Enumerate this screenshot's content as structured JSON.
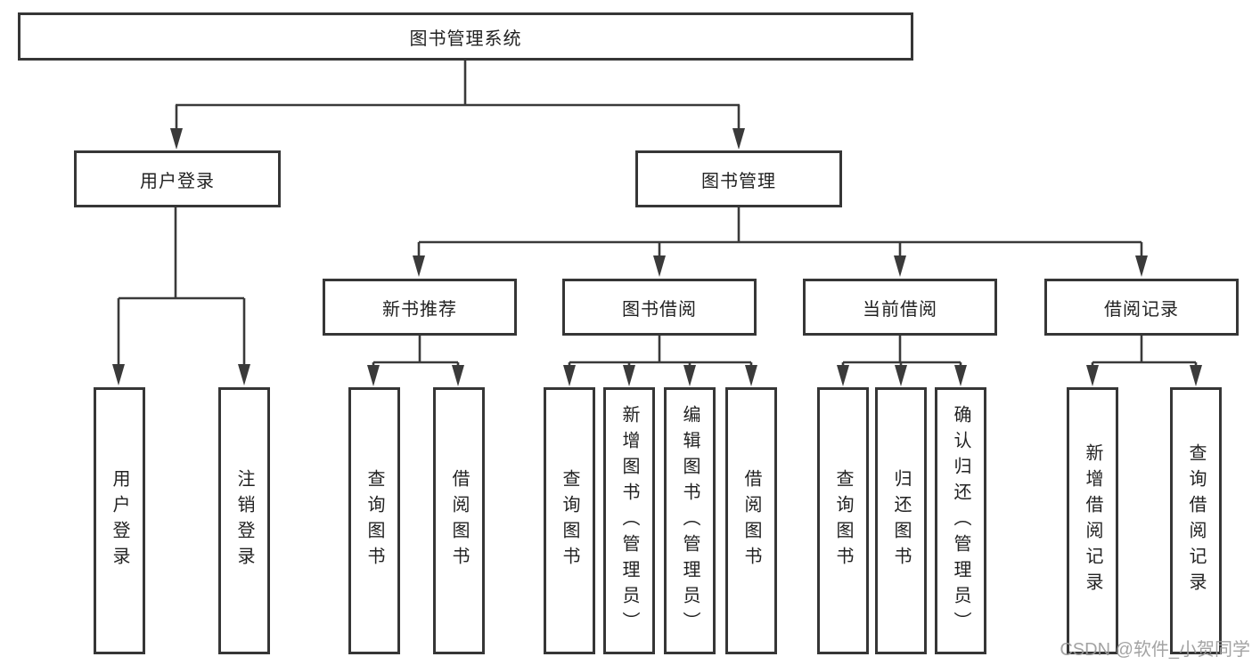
{
  "diagram": {
    "root": {
      "label": "图书管理系统"
    },
    "branches": [
      {
        "label": "用户登录",
        "children": [
          {
            "label": "用户登录"
          },
          {
            "label": "注销登录"
          }
        ]
      },
      {
        "label": "图书管理",
        "children": [
          {
            "label": "新书推荐",
            "children": [
              {
                "label": "查询图书"
              },
              {
                "label": "借阅图书"
              }
            ]
          },
          {
            "label": "图书借阅",
            "children": [
              {
                "label": "查询图书"
              },
              {
                "label": "新增图书（管理员）"
              },
              {
                "label": "编辑图书（管理员）"
              },
              {
                "label": "借阅图书"
              }
            ]
          },
          {
            "label": "当前借阅",
            "children": [
              {
                "label": "查询图书"
              },
              {
                "label": "归还图书"
              },
              {
                "label": "确认归还（管理员）"
              }
            ]
          },
          {
            "label": "借阅记录",
            "children": [
              {
                "label": "新增借阅记录"
              },
              {
                "label": "查询借阅记录"
              }
            ]
          }
        ]
      }
    ]
  },
  "watermark": {
    "text": "CSDN @软件_小贺同学",
    "color": "#9c9c9c"
  },
  "colors": {
    "line": "#3a3a3a",
    "border": "#363636",
    "text": "#222222",
    "background": "#ffffff"
  }
}
